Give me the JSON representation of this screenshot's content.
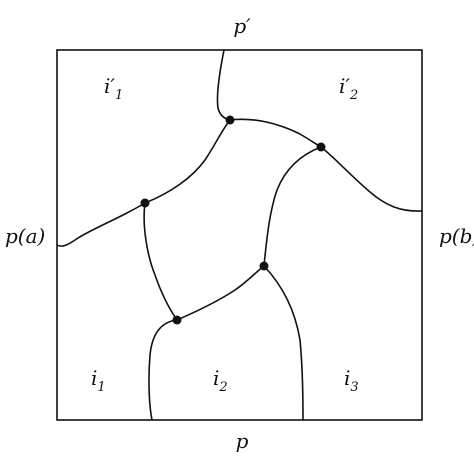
{
  "labels": {
    "top": "p′",
    "bottom": "p",
    "left": "p(a)",
    "right": "p(b)",
    "region_top_left": {
      "base": "i′",
      "sub": "1"
    },
    "region_top_right": {
      "base": "i′",
      "sub": "2"
    },
    "region_bottom_left": {
      "base": "i",
      "sub": "1"
    },
    "region_bottom_mid": {
      "base": "i",
      "sub": "2"
    },
    "region_bottom_right": {
      "base": "i",
      "sub": "3"
    }
  },
  "colors": {
    "stroke": "#111111",
    "background": "#ffffff"
  }
}
